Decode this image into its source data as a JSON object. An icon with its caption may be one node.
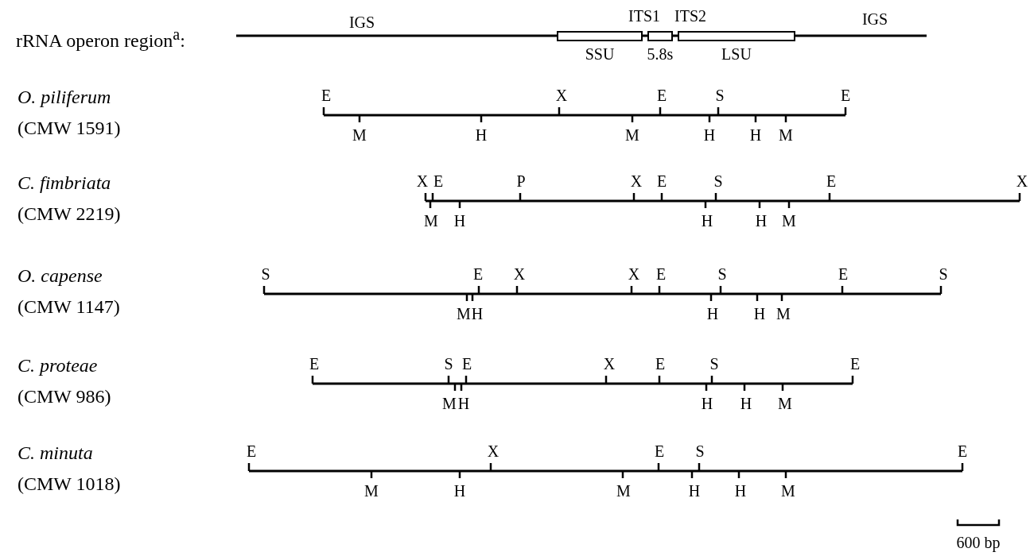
{
  "diagram": {
    "nodes": [
      {
        "text": [
          "SSU"
        ]
      },
      {
        "text": [
          "5.8s"
        ]
      },
      {
        "text": [
          "LSU"
        ]
      }
    ],
    "labels": [
      "IGS",
      "ITS1",
      "ITS2",
      "IGS",
      "rRNA operon region$^{a}$:",
      "O. piliferum",
      "E",
      "X",
      "E",
      "S",
      "E",
      "(CMW 1591)",
      "M",
      "H",
      "M",
      "H",
      "H",
      "M",
      "C. fimbriata",
      "X",
      "E",
      "P",
      "X",
      "E",
      "S",
      "E",
      "X",
      "(CMW 2219)",
      "M",
      "H",
      "H",
      "H",
      "M",
      "O. capense",
      "S",
      "E",
      "X",
      "X",
      "E",
      "S",
      "E",
      "S",
      "(CMW 1147)",
      "M",
      "H",
      "H",
      "H",
      "M",
      "C. proteae",
      "E",
      "S",
      "E",
      "X",
      "E",
      "S",
      "E",
      "(CMW 986)",
      "M",
      "H",
      "H",
      "H",
      "M",
      "C. minuta",
      "E",
      "X",
      "E",
      "S",
      "E",
      "(CMW 1018)",
      "M",
      "H",
      "M",
      "H",
      "H",
      "M",
      "600 bp"
    ]
  }
}
